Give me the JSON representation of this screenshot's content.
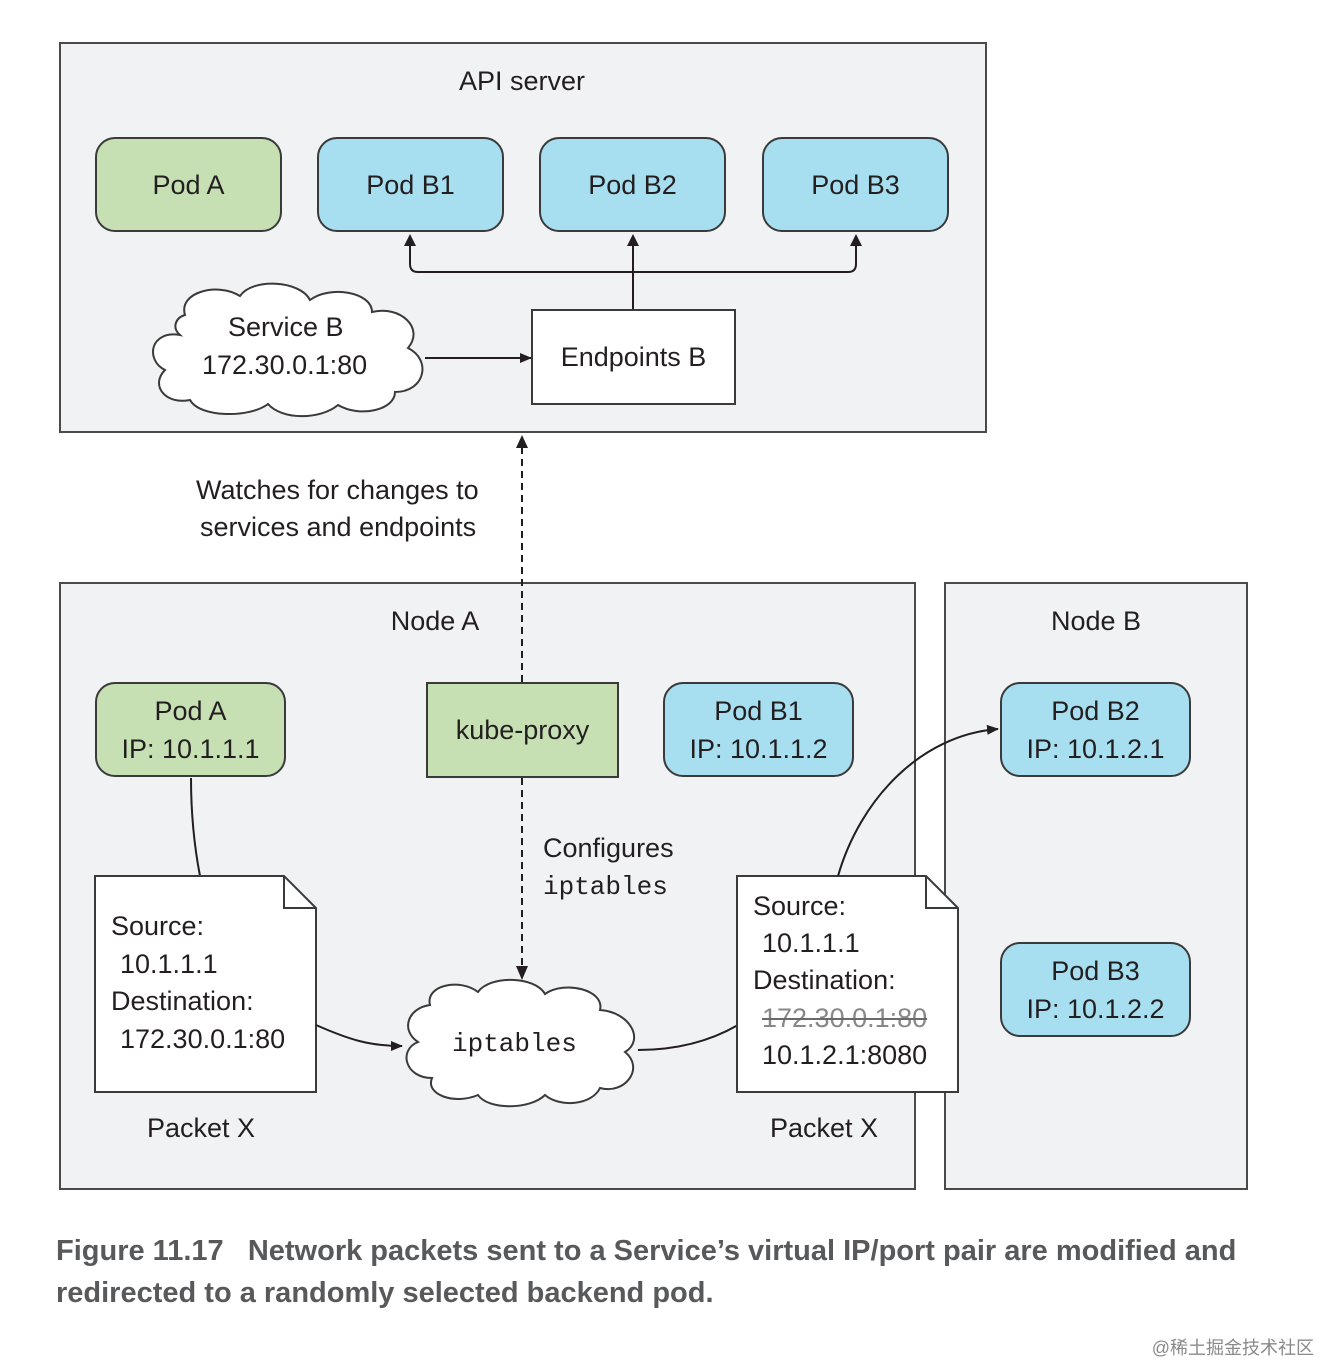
{
  "api_server": {
    "title": "API server",
    "pod_a": "Pod A",
    "pod_b1": "Pod B1",
    "pod_b2": "Pod B2",
    "pod_b3": "Pod B3",
    "service_name": "Service B",
    "service_ip": "172.30.0.1:80",
    "endpoints": "Endpoints B"
  },
  "watch_label": {
    "line1": "Watches for changes to",
    "line2": "services and endpoints"
  },
  "node_a": {
    "title": "Node A",
    "pod_a_name": "Pod A",
    "pod_a_ip": "IP: 10.1.1.1",
    "kube_proxy": "kube-proxy",
    "pod_b1_name": "Pod B1",
    "pod_b1_ip": "IP: 10.1.1.2",
    "configures_line1": "Configures",
    "configures_line2": "iptables",
    "iptables": "iptables",
    "packet_in": {
      "source_label": "Source:",
      "source_value": "10.1.1.1",
      "dest_label": "Destination:",
      "dest_value": "172.30.0.1:80",
      "caption": "Packet X"
    },
    "packet_out": {
      "source_label": "Source:",
      "source_value": "10.1.1.1",
      "dest_label": "Destination:",
      "dest_old": "172.30.0.1:80",
      "dest_new": "10.1.2.1:8080",
      "caption": "Packet X"
    }
  },
  "node_b": {
    "title": "Node B",
    "pod_b2_name": "Pod B2",
    "pod_b2_ip": "IP: 10.1.2.1",
    "pod_b3_name": "Pod B3",
    "pod_b3_ip": "IP: 10.1.2.2"
  },
  "caption": {
    "label": "Figure 11.17",
    "text": "Network packets sent to a Service’s virtual IP/port pair are modified and redirected to a randomly selected backend pod."
  },
  "watermark": "@稀土掘金技术社区",
  "colors": {
    "panel_bg": "#f1f2f4",
    "pod_green": "#c6e0b4",
    "pod_blue": "#a7dff0",
    "caption_text": "#58595b"
  }
}
